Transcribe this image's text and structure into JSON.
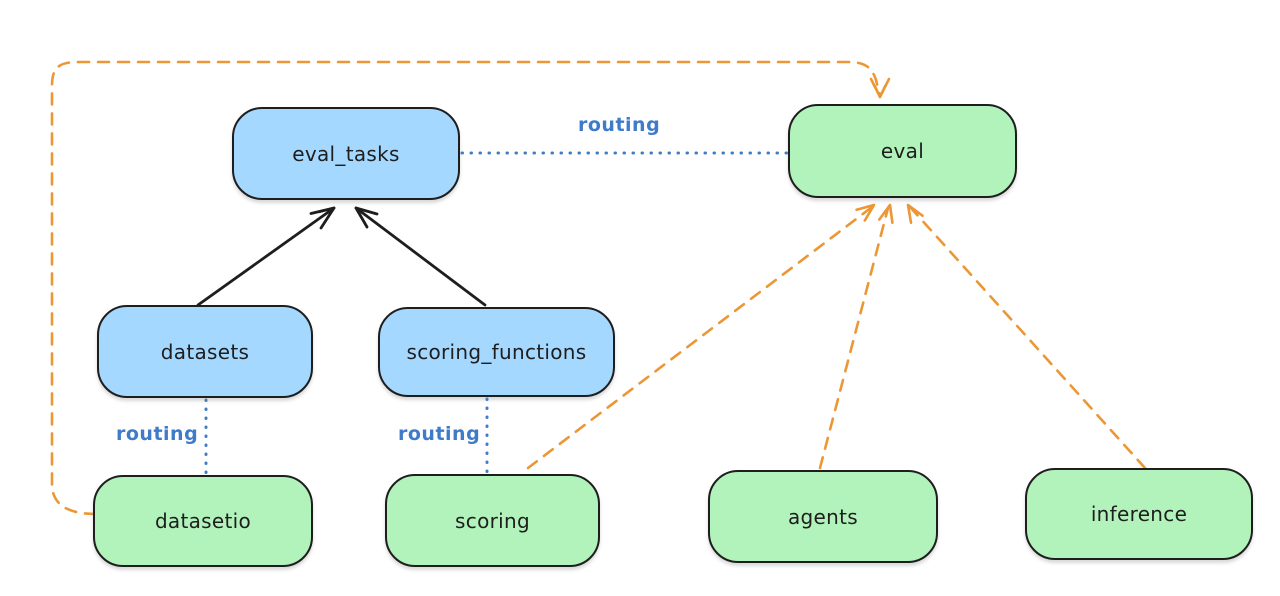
{
  "colors": {
    "node_stroke": "#1e1e1e",
    "blue_fill": "#a5d8ff",
    "green_fill": "#b2f2bb",
    "routing_blue": "#3e7bc8",
    "orange_dash": "#ec9735",
    "black_arrow": "#1e1e1e",
    "background": "#ffffff"
  },
  "nodes": [
    {
      "id": "eval_tasks",
      "label": "eval_tasks",
      "fill": "blue"
    },
    {
      "id": "eval",
      "label": "eval",
      "fill": "green"
    },
    {
      "id": "datasets",
      "label": "datasets",
      "fill": "blue"
    },
    {
      "id": "scoring_functions",
      "label": "scoring_functions",
      "fill": "blue"
    },
    {
      "id": "datasetio",
      "label": "datasetio",
      "fill": "green"
    },
    {
      "id": "scoring",
      "label": "scoring",
      "fill": "green"
    },
    {
      "id": "agents",
      "label": "agents",
      "fill": "green"
    },
    {
      "id": "inference",
      "label": "inference",
      "fill": "green"
    }
  ],
  "edges": [
    {
      "from": "datasets",
      "to": "eval_tasks",
      "style": "solid-arrow",
      "color": "black",
      "label": ""
    },
    {
      "from": "scoring_functions",
      "to": "eval_tasks",
      "style": "solid-arrow",
      "color": "black",
      "label": ""
    },
    {
      "from": "eval_tasks",
      "to": "eval",
      "style": "dotted",
      "color": "blue",
      "label": "routing"
    },
    {
      "from": "datasets",
      "to": "datasetio",
      "style": "dotted",
      "color": "blue",
      "label": "routing"
    },
    {
      "from": "scoring_functions",
      "to": "scoring",
      "style": "dotted",
      "color": "blue",
      "label": "routing"
    },
    {
      "from": "datasetio",
      "to": "eval",
      "style": "dashed-arrow",
      "color": "orange",
      "label": ""
    },
    {
      "from": "scoring",
      "to": "eval",
      "style": "dashed-arrow",
      "color": "orange",
      "label": ""
    },
    {
      "from": "agents",
      "to": "eval",
      "style": "dashed-arrow",
      "color": "orange",
      "label": ""
    },
    {
      "from": "inference",
      "to": "eval",
      "style": "dashed-arrow",
      "color": "orange",
      "label": ""
    }
  ]
}
